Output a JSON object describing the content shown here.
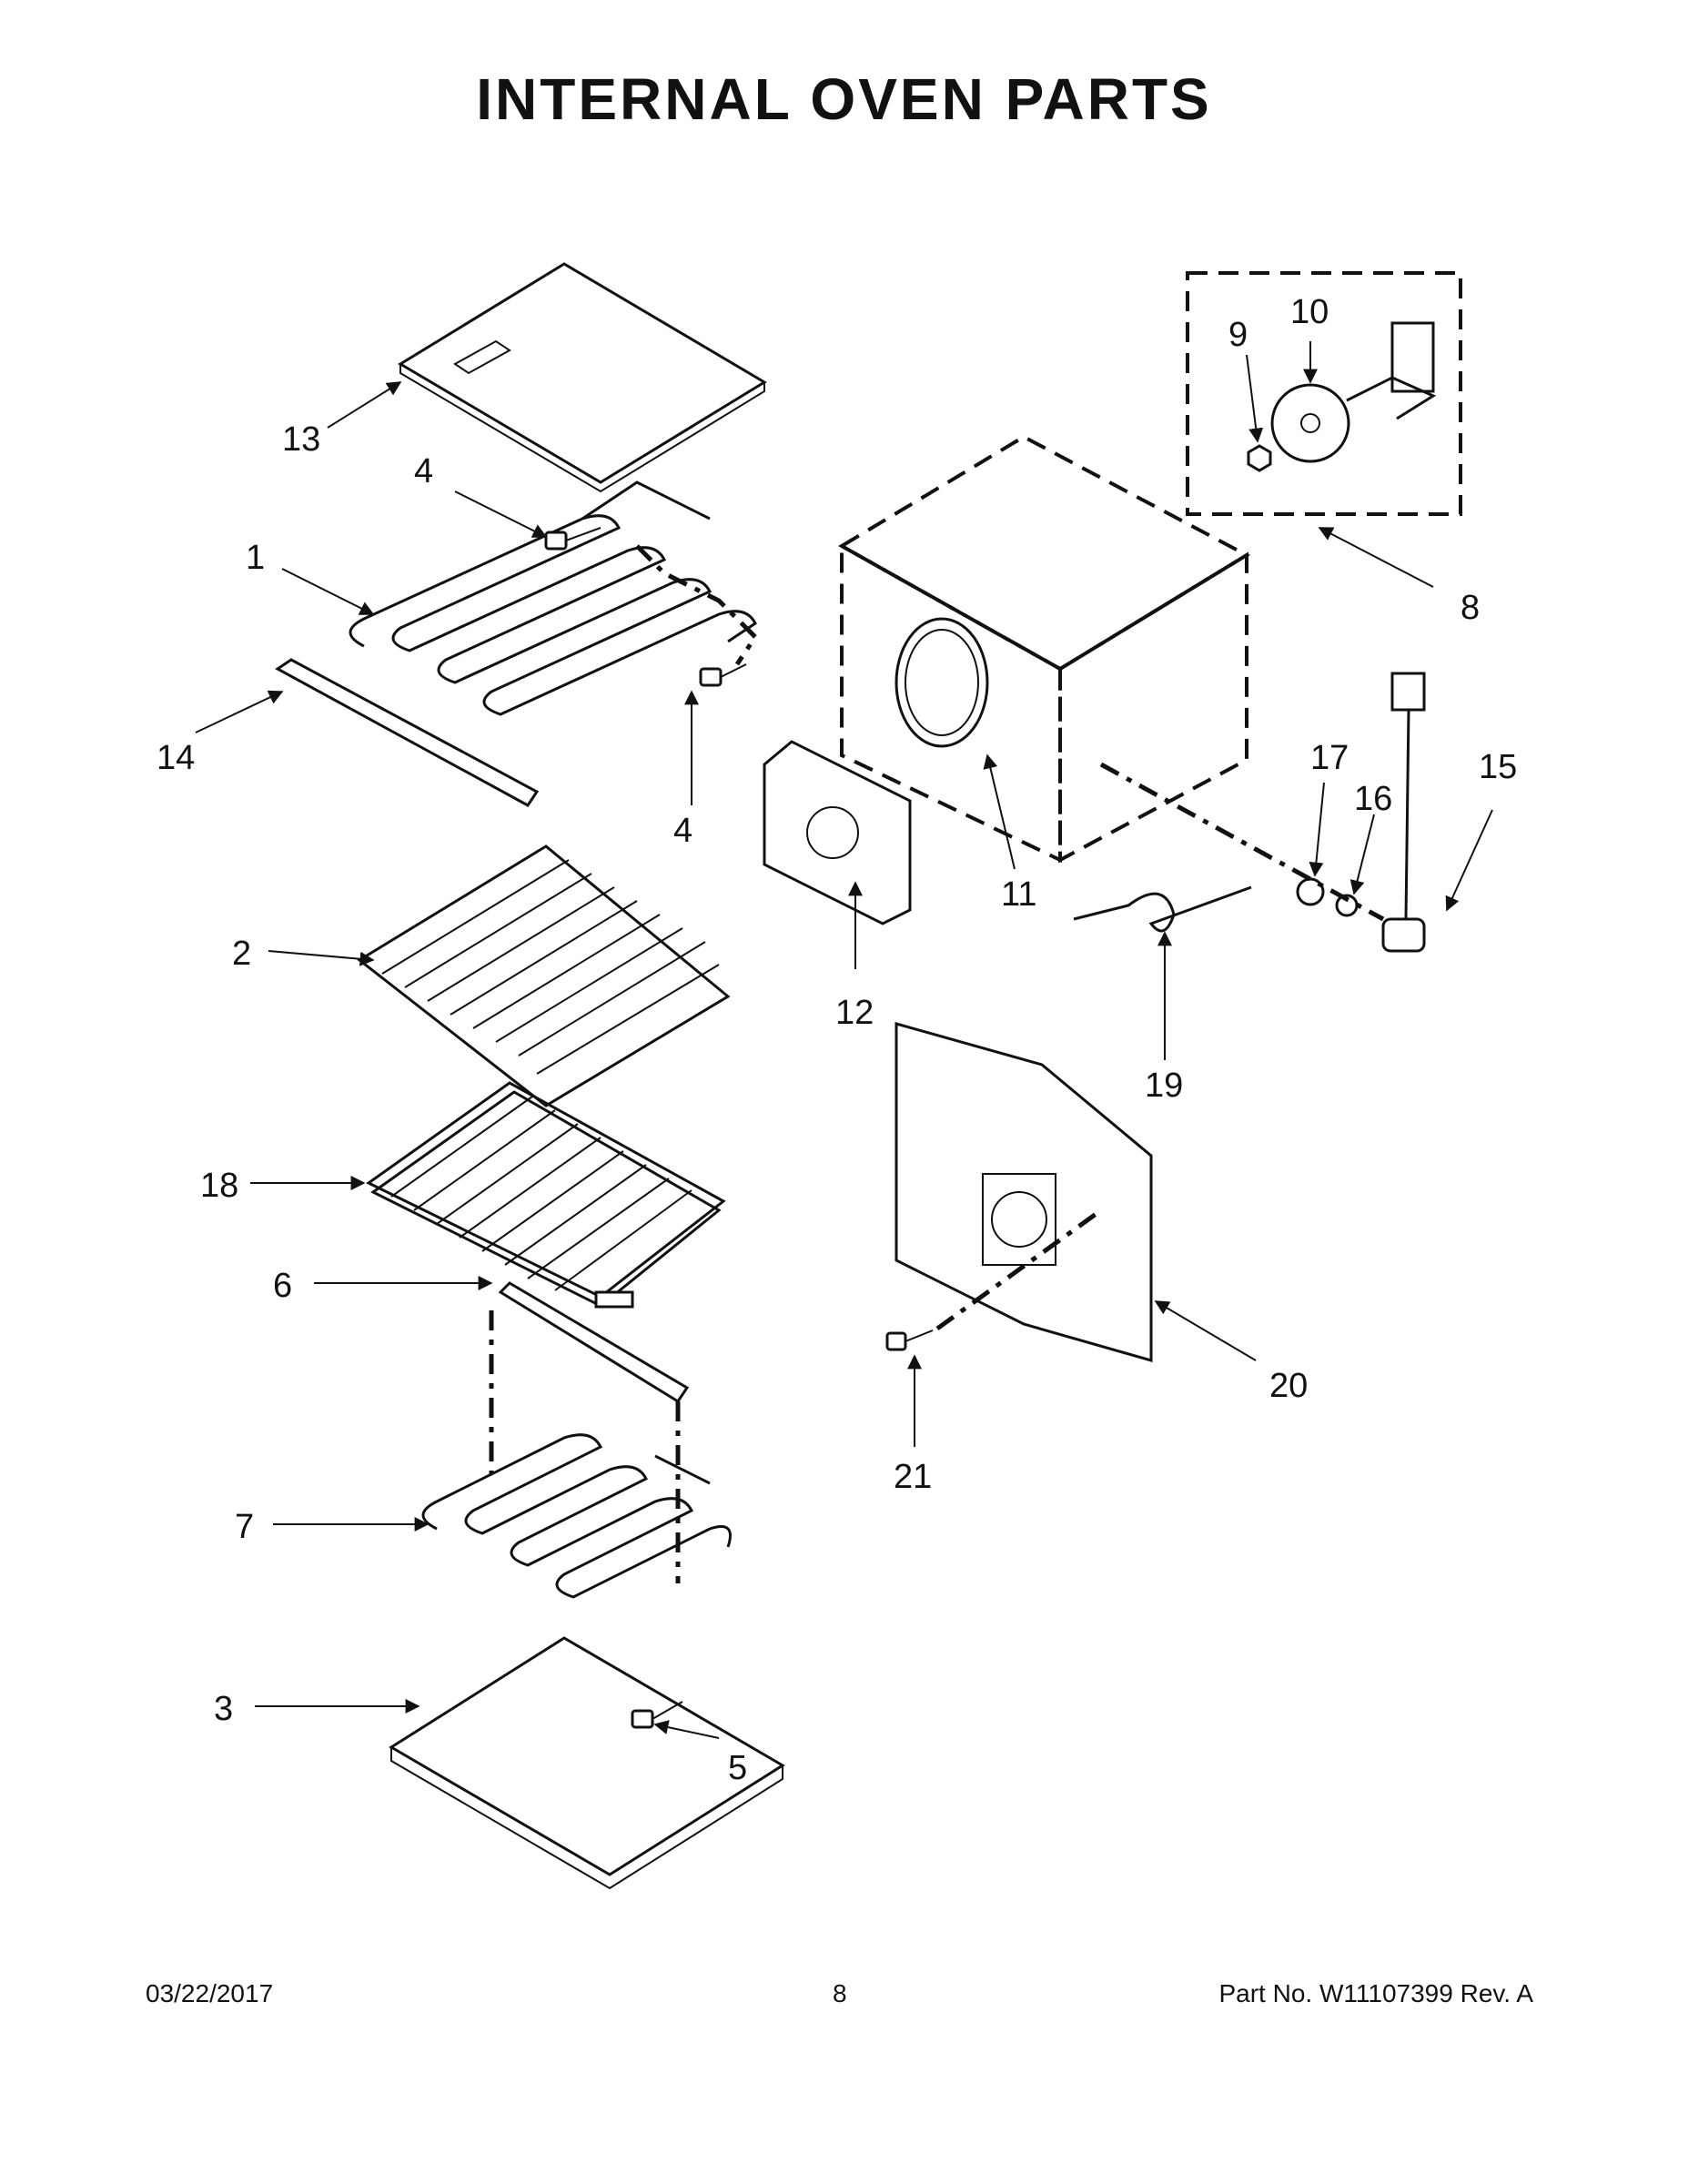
{
  "title": "INTERNAL OVEN PARTS",
  "callouts": {
    "c1": "1",
    "c2": "2",
    "c3": "3",
    "c4a": "4",
    "c4b": "4",
    "c5": "5",
    "c6": "6",
    "c7": "7",
    "c8": "8",
    "c9": "9",
    "c10": "10",
    "c11": "11",
    "c12": "12",
    "c13": "13",
    "c14": "14",
    "c15": "15",
    "c16": "16",
    "c17": "17",
    "c18": "18",
    "c19": "19",
    "c20": "20",
    "c21": "21"
  },
  "footer": {
    "date": "03/22/2017",
    "page": "8",
    "part": "Part No.  W11107399  Rev.  A"
  }
}
